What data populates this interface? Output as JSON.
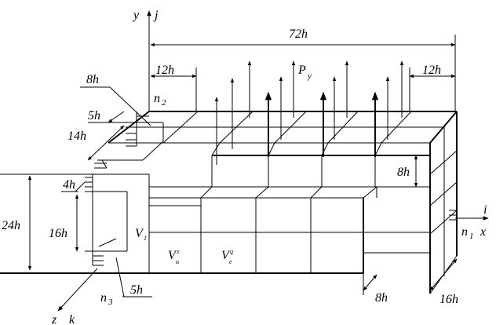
{
  "labels": {
    "y": "y",
    "j": "j",
    "x": "x",
    "i": "i",
    "z": "z",
    "k": "k",
    "force": "P",
    "force_sub": "y",
    "v1": "V",
    "v1_sub": "1",
    "va": "V",
    "va_sub": "α",
    "va_sup": "x",
    "ve": "V",
    "ve_sub": "e",
    "ve_sup": "q",
    "n1": "n",
    "n1_sub": "1",
    "n2": "n",
    "n2_sub": "2",
    "n3": "n",
    "n3_sub": "3"
  },
  "dimensions": {
    "d72h": "72h",
    "d12h_left": "12h",
    "d12h_right": "12h",
    "d8h_top": "8h",
    "d5h_top": "5h",
    "d14h": "14h",
    "d4h": "4h",
    "d24h": "24h",
    "d16h_left": "16h",
    "d5h_bottom": "5h",
    "d8h_mid": "8h",
    "d8h_bottom": "8h",
    "d16h_bottom": "16h"
  }
}
